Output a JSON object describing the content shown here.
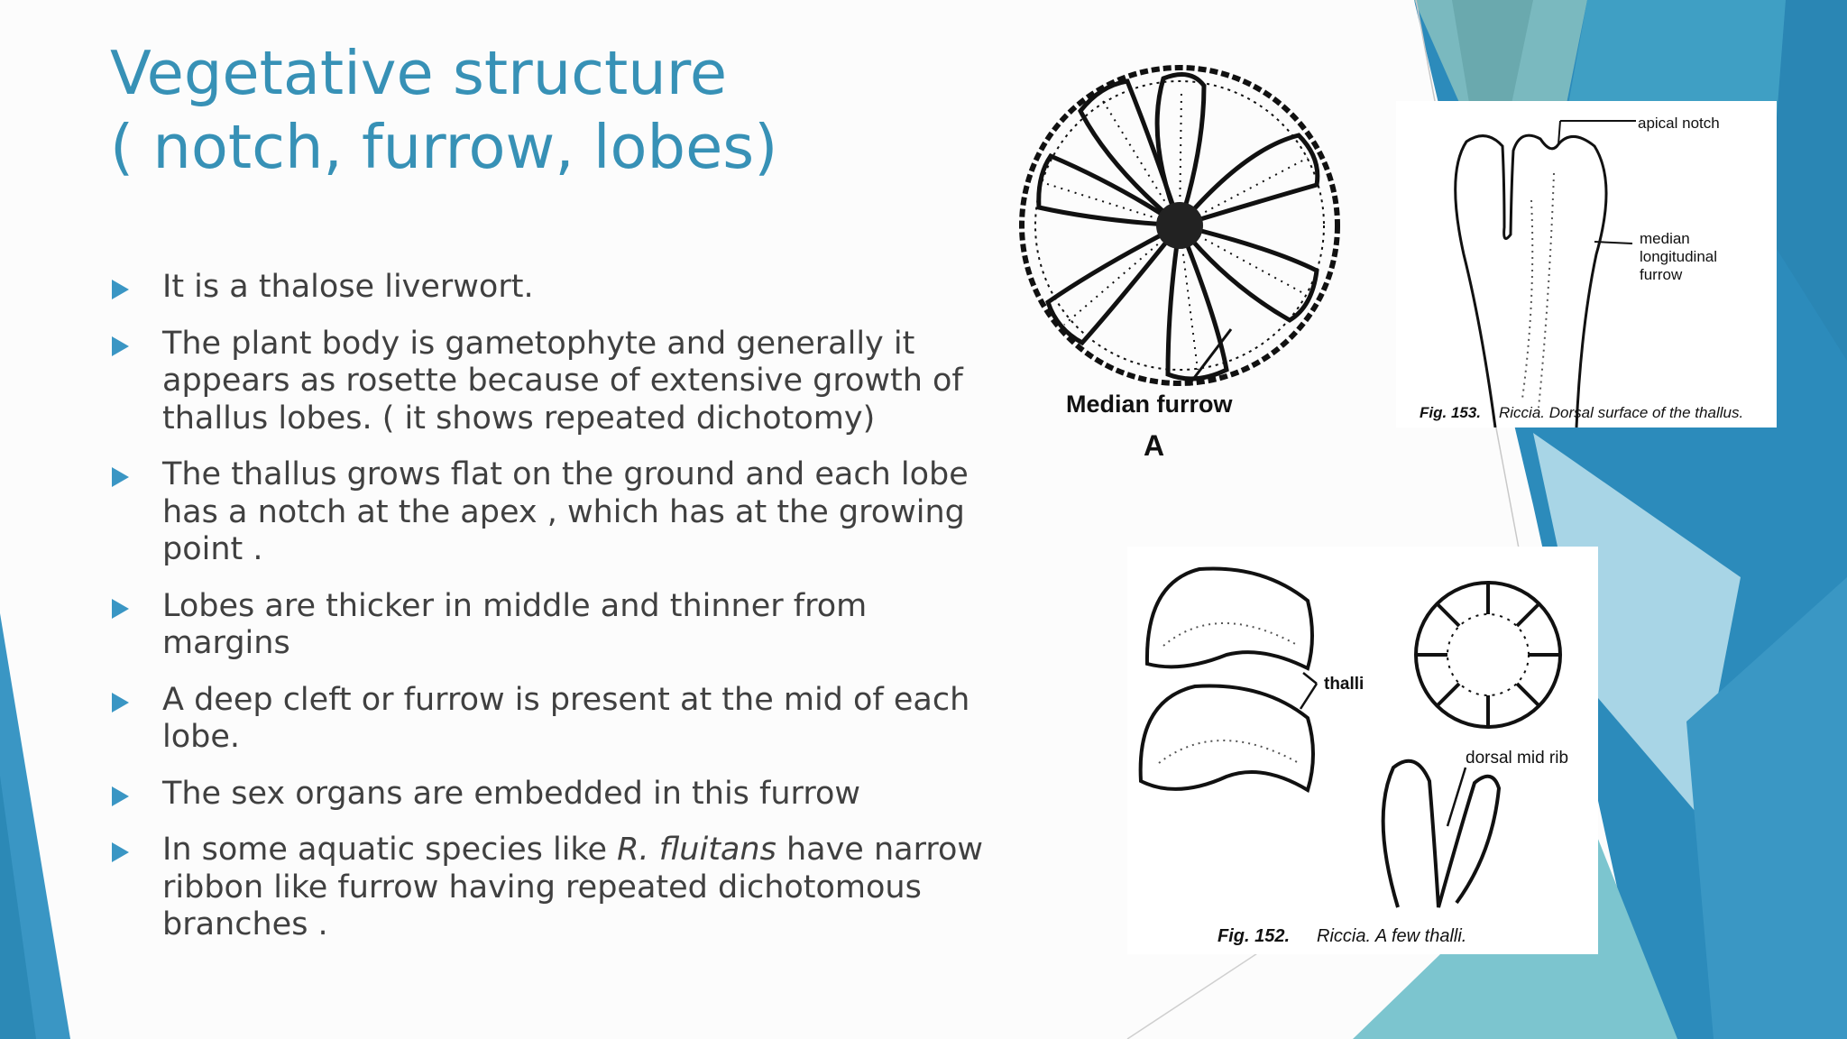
{
  "slide": {
    "title_line1": "Vegetative structure",
    "title_line2": "( notch, furrow, lobes)",
    "bullets": [
      "It is a thalose liverwort.",
      "The plant body is gametophyte and generally it appears as rosette because of extensive growth of thallus lobes. ( it shows repeated dichotomy)",
      "The thallus grows flat on the ground and each lobe has a notch at the apex ,  which has at the growing point .",
      "Lobes are thicker in middle and thinner from margins",
      "A deep cleft or furrow is present at the mid of each lobe.",
      "The sex organs are embedded in this furrow"
    ],
    "last_bullet": {
      "before": "In some aquatic species like ",
      "italic": "R. fluitans",
      "after": " have narrow ribbon like furrow having repeated dichotomous branches ."
    }
  },
  "figures": {
    "rosette": {
      "label": "Median furrow",
      "letter": "A"
    },
    "fig153": {
      "label_apical": "apical notch",
      "label_median_1": "median",
      "label_median_2": "longitudinal",
      "label_median_3": "furrow",
      "caption_num": "Fig. 153.",
      "caption_text": "Riccia. Dorsal surface of the thallus."
    },
    "fig152": {
      "label_thalli": "thalli",
      "label_midrib": "dorsal mid rib",
      "caption_num": "Fig. 152.",
      "caption_text": "Riccia. A few thalli."
    }
  },
  "colors": {
    "title": "#3791b6",
    "bullet_marker": "#3a96c4",
    "body_text": "#404040"
  }
}
